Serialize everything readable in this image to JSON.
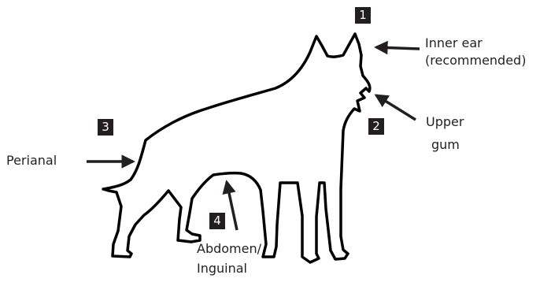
{
  "colors": {
    "outline": "#000000",
    "ink": "#231f20",
    "badge_bg": "#231f20",
    "badge_text": "#ffffff"
  },
  "sites": [
    {
      "number": "1",
      "label_lines": [
        "Inner ear",
        "(recommended)"
      ]
    },
    {
      "number": "2",
      "label_lines": [
        "Upper",
        "gum"
      ]
    },
    {
      "number": "3",
      "label_lines": [
        "Perianal"
      ]
    },
    {
      "number": "4",
      "label_lines": [
        "Abdomen/",
        "Inguinal"
      ]
    }
  ]
}
